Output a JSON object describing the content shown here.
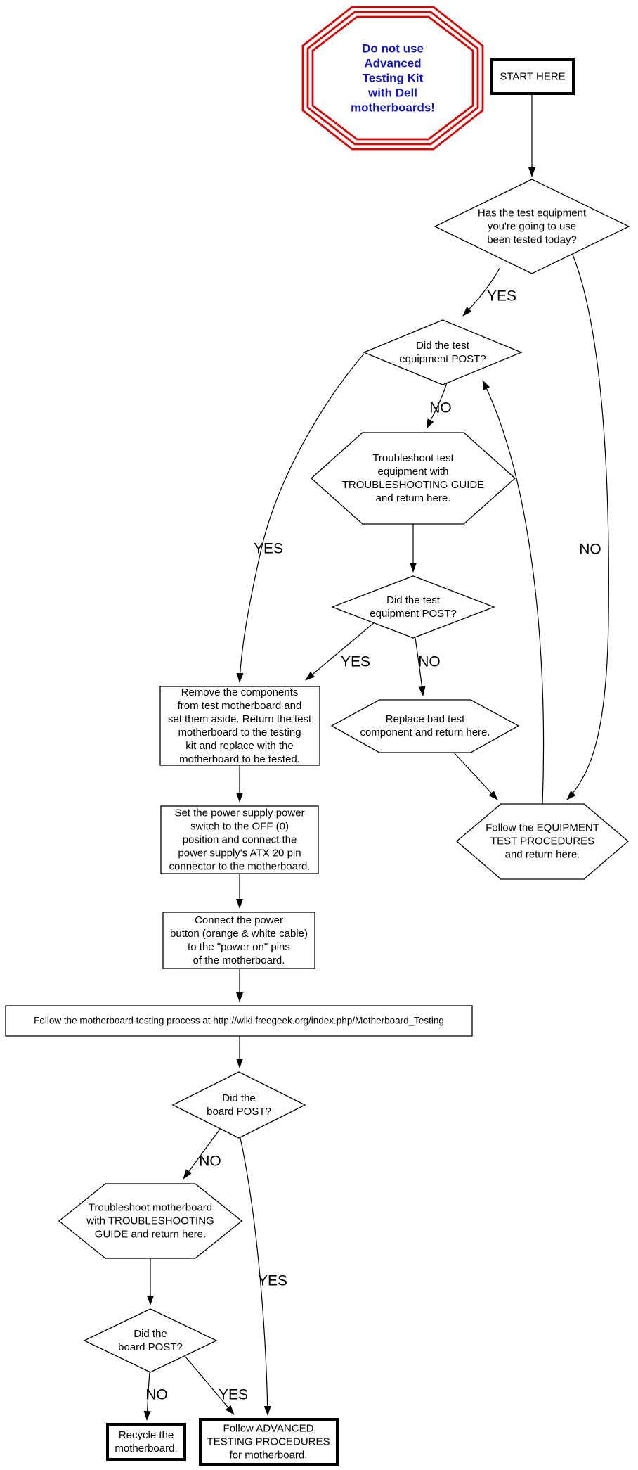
{
  "title": "Motherboard testing flowchart",
  "colors": {
    "warning_border": "#dd0000",
    "warning_text": "#1414cc",
    "node_border": "#000000",
    "node_fill": "#ffffff",
    "edge_color": "#000000"
  },
  "warning": {
    "text": "Do not use\nAdvanced\nTesting Kit\nwith Dell\nmotherboards!"
  },
  "nodes": {
    "start": {
      "label": "START HERE"
    },
    "tested_today": {
      "label": "Has the test equipment\nyou're going to use\nbeen tested today?"
    },
    "equip_post_1": {
      "label": "Did the test\nequipment POST?"
    },
    "troubleshoot_equip": {
      "label": "Troubleshoot test\nequipment with\nTROUBLESHOOTING GUIDE\nand return here."
    },
    "equip_post_2": {
      "label": "Did the test\nequipment POST?"
    },
    "remove_components": {
      "label": "Remove the components\nfrom test motherboard and\nset them aside. Return the test\nmotherboard to the testing\nkit and replace with the\nmotherboard to be tested."
    },
    "replace_component": {
      "label": "Replace bad test\ncomponent and return here."
    },
    "equipment_test_procedures": {
      "label": "Follow the EQUIPMENT\nTEST PROCEDURES\nand return here."
    },
    "set_power_supply": {
      "label": "Set the power supply power\nswitch to the OFF (0)\nposition and connect the\npower supply's ATX 20 pin\nconnector to the motherboard."
    },
    "connect_power_button": {
      "label": "Connect the power\nbutton (orange & white cable)\nto the \"power on\" pins\nof the motherboard."
    },
    "follow_testing_process": {
      "label": "Follow the motherboard testing process at http://wiki.freegeek.org/index.php/Motherboard_Testing"
    },
    "board_post_1": {
      "label": "Did the\nboard POST?"
    },
    "troubleshoot_motherboard": {
      "label": "Troubleshoot motherboard\nwith TROUBLESHOOTING\nGUIDE and return here."
    },
    "board_post_2": {
      "label": "Did the\nboard POST?"
    },
    "recycle": {
      "label": "Recycle the\nmotherboard."
    },
    "advanced": {
      "label": "Follow ADVANCED\nTESTING PROCEDURES\nfor motherboard."
    }
  },
  "edge_labels": {
    "tested_yes": "YES",
    "tested_no": "NO",
    "equip1_no": "NO",
    "equip1_yes": "YES",
    "equip2_yes": "YES",
    "equip2_no": "NO",
    "board1_no": "NO",
    "board1_yes": "YES",
    "board2_no": "NO",
    "board2_yes": "YES"
  }
}
